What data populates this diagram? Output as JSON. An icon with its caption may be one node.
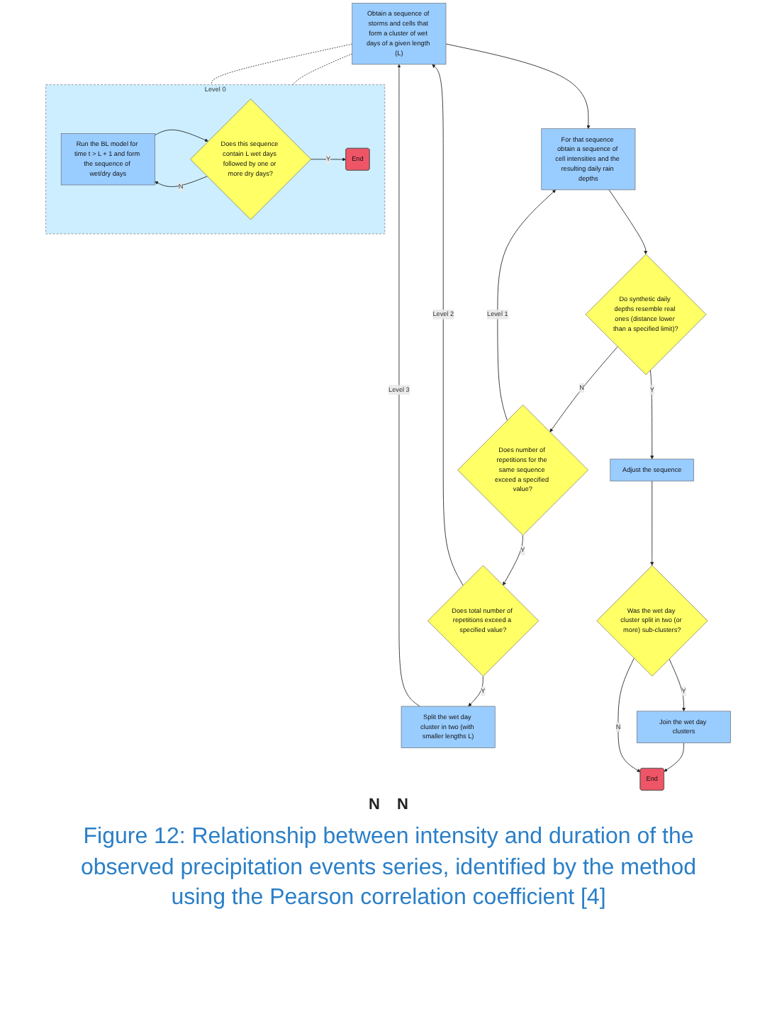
{
  "diagram": {
    "caption": "Figure 12: Relationship between intensity and duration of the observed precipitation events series, identified by the method using the Pearson correlation coefficient [4]",
    "nodes": [
      {
        "text": [
          "Level 0"
        ]
      },
      {
        "text": [
          "Run the BL model for time t > L + 1 and form the sequence of wet/dry days"
        ],
        "in": 0
      },
      {
        "text": [
          "Does this sequence contain L wet days followed by one or more dry days?"
        ],
        "in": 0
      },
      {
        "text": [
          "End"
        ],
        "in": 0
      },
      {
        "text": [
          "Obtain a sequence of storms and cells that form a cluster of wet days of a given length (L)"
        ]
      },
      {
        "text": [
          "For that sequence obtain a sequence of cell intensities and the resulting daily rain depths"
        ]
      },
      {
        "text": [
          "Do synthetic daily depths resemble real ones (distance lower than a specified limit)?"
        ]
      },
      {
        "text": [
          "Does number of repetitions for the same sequence exceed a specified value?"
        ]
      },
      {
        "text": [
          "Does total number of repetitions exceed a specified value?"
        ]
      },
      {
        "text": [
          "Adjust the sequence"
        ]
      },
      {
        "text": [
          "Split the wet day cluster in two (with smaller lengths L)"
        ]
      },
      {
        "text": [
          "Was the wet day cluster split in two (or more) sub-clusters?"
        ]
      },
      {
        "text": [
          "Join the wet day clusters"
        ]
      },
      {
        "text": [
          "End"
        ]
      }
    ],
    "edges": [
      {
        "from": 1,
        "to": 2,
        "arrow": "to"
      },
      {
        "from": 2,
        "to": 3,
        "arrow": "to",
        "label": "Y"
      },
      {
        "from": 2,
        "to": 1,
        "arrow": "to",
        "label": "N"
      },
      {
        "from": 4,
        "to": 0,
        "arrow": "none",
        "style": "dashed"
      },
      {
        "from": 4,
        "to": 0,
        "arrow": "none",
        "style": "dashed"
      },
      {
        "from": 4,
        "to": 5,
        "arrow": "to"
      },
      {
        "from": 5,
        "to": 6,
        "arrow": "to"
      },
      {
        "from": 6,
        "to": 7,
        "arrow": "to",
        "label": "N"
      },
      {
        "from": 7,
        "to": 5,
        "arrow": "to",
        "label": "Level 1"
      },
      {
        "from": 7,
        "to": 8,
        "arrow": "to",
        "label": "Y"
      },
      {
        "from": 8,
        "to": 4,
        "arrow": "to",
        "label": "Level 2"
      },
      {
        "from": 8,
        "to": 10,
        "arrow": "to",
        "label": "Y"
      },
      {
        "from": 10,
        "to": 4,
        "arrow": "to",
        "label": "Level 3"
      },
      {
        "from": 6,
        "to": 9,
        "arrow": "to",
        "label": "Y"
      },
      {
        "from": 9,
        "to": 11,
        "arrow": "to"
      },
      {
        "from": 11,
        "to": 12,
        "arrow": "to",
        "label": "Y"
      },
      {
        "from": 12,
        "to": 13,
        "arrow": "to"
      },
      {
        "from": 11,
        "to": 13,
        "arrow": "to",
        "label": "N"
      }
    ],
    "labels": [
      "N",
      "N"
    ]
  }
}
